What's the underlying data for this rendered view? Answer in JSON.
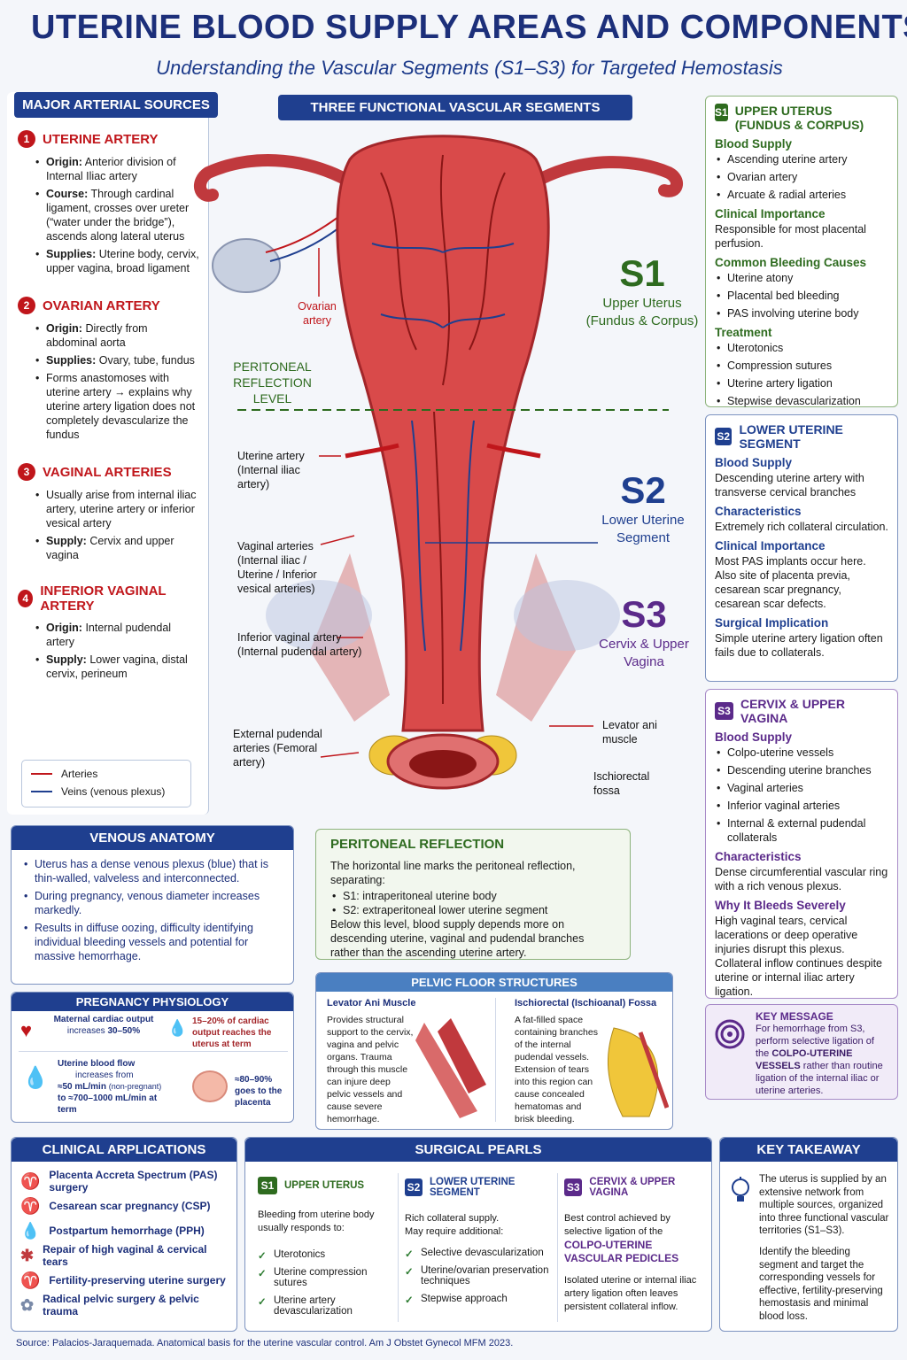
{
  "header": {
    "title": "UTERINE BLOOD SUPPLY AREAS AND COMPONENTS",
    "subtitle": "Understanding the Vascular Segments (S1–S3) for Targeted Hemostasis"
  },
  "sources": {
    "heading": "MAJOR ARTERIAL SOURCES",
    "items": [
      {
        "num": "1",
        "name": "UTERINE ARTERY",
        "b1k": "Origin:",
        "b1v": " Anterior division of Internal Iliac artery",
        "b2k": "Course:",
        "b2v": " Through cardinal ligament, crosses over ureter (“water under the bridge”), ascends along lateral uterus",
        "b3k": "Supplies:",
        "b3v": " Uterine body, cervix, upper vagina, broad ligament"
      },
      {
        "num": "2",
        "name": "OVARIAN ARTERY",
        "b1k": "Origin:",
        "b1v": " Directly from abdominal aorta",
        "b2k": "Supplies:",
        "b2v": " Ovary, tube, fundus",
        "b3": "Forms anastomoses with uterine artery → explains why uterine artery ligation does not completely devascularize the fundus"
      },
      {
        "num": "3",
        "name": "VAGINAL ARTERIES",
        "b1": "Usually arise from internal iliac artery, uterine artery or inferior vesical artery",
        "b2k": "Supply:",
        "b2v": " Cervix and upper vagina"
      },
      {
        "num": "4",
        "name": "INFERIOR VAGINAL ARTERY",
        "b1k": "Origin:",
        "b1v": " Internal pudendal artery",
        "b2k": "Supply:",
        "b2v": " Lower vagina, distal cervix, perineum"
      }
    ],
    "legend": {
      "arteries": "Arteries",
      "veins": "Veins (venous plexus)",
      "artery_color": "#c0161b",
      "vein_color": "#1f3f8f"
    }
  },
  "center": {
    "heading": "THREE FUNCTIONAL VASCULAR SEGMENTS",
    "labels": {
      "ovarian": "Ovarian artery",
      "peritoneal": "PERITONEAL REFLECTION LEVEL",
      "uterine": "Uterine artery (Internal iliac artery)",
      "vaginal": "Vaginal arteries (Internal iliac / Uterine / Inferior vesical arteries)",
      "inferior": "Inferior vaginal artery (Internal pudendal artery)",
      "external": "External pudendal arteries (Femoral artery)",
      "levator": "Levator ani muscle",
      "ischio": "Ischiorectal fossa"
    },
    "s1": {
      "code": "S1",
      "sub": "Upper Uterus (Fundus & Corpus)",
      "color": "#2e6b1f"
    },
    "s2": {
      "code": "S2",
      "sub": "Lower Uterine Segment",
      "color": "#1f3f8f"
    },
    "s3": {
      "code": "S3",
      "sub": "Cervix & Upper Vagina",
      "color": "#5b2a8a"
    }
  },
  "right": {
    "s1": {
      "badge": "S1",
      "title": "UPPER UTERUS (FUNDUS & CORPUS)",
      "h1": "Blood Supply",
      "l1": [
        "Ascending uterine artery",
        "Ovarian artery",
        "Arcuate & radial arteries"
      ],
      "h2": "Clinical Importance",
      "p2": "Responsible for most placental perfusion.",
      "h3": "Common Bleeding Causes",
      "l3": [
        "Uterine atony",
        "Placental bed bleeding",
        "PAS involving uterine body"
      ],
      "h4": "Treatment",
      "l4": [
        "Uterotonics",
        "Compression sutures",
        "Uterine artery ligation",
        "Stepwise devascularization"
      ]
    },
    "s2": {
      "badge": "S2",
      "title": "LOWER UTERINE SEGMENT",
      "h1": "Blood Supply",
      "p1": "Descending uterine artery with transverse cervical branches",
      "h2": "Characteristics",
      "p2": "Extremely rich collateral circulation.",
      "h3": "Clinical Importance",
      "p3": "Most PAS implants occur here. Also site of placenta previa, cesarean scar pregnancy, cesarean scar defects.",
      "h4": "Surgical Implication",
      "p4": "Simple uterine artery ligation often fails due to collaterals."
    },
    "s3": {
      "badge": "S3",
      "title": "CERVIX & UPPER VAGINA",
      "h1": "Blood Supply",
      "l1": [
        "Colpo-uterine vessels",
        "Descending uterine branches",
        "Vaginal arteries",
        "Inferior vaginal arteries",
        "Internal & external pudendal collaterals"
      ],
      "h2": "Characteristics",
      "p2": "Dense circumferential vascular ring with a rich venous plexus.",
      "h3": "Why It Bleeds Severely",
      "p3": "High vaginal tears, cervical lacerations or deep operative injuries disrupt this plexus. Collateral inflow continues despite uterine or internal iliac artery ligation."
    },
    "key": {
      "title": "KEY MESSAGE",
      "pre": "For hemorrhage from S3, perform selective ligation of the ",
      "bold": "COLPO-UTERINE VESSELS",
      "post": " rather than routine ligation of the internal iliac or uterine arteries."
    }
  },
  "venous": {
    "heading": "VENOUS ANATOMY",
    "items": [
      "Uterus has a dense venous plexus (blue) that is thin-walled, valveless and interconnected.",
      "During pregnancy, venous diameter increases markedly.",
      "Results in diffuse oozing, difficulty identifying individual bleeding vessels and potential for massive hemorrhage."
    ]
  },
  "peritoneal_box": {
    "heading": "PERITONEAL REFLECTION",
    "intro": "The horizontal line marks the peritoneal reflection, separating:",
    "l1": "S1:  intraperitoneal uterine body",
    "l2": "S2:  extraperitoneal lower uterine segment",
    "outro": "Below this level, blood supply depends more on descending uterine, vaginal and pudendal branches rather than the ascending uterine artery."
  },
  "physiology": {
    "heading": "PREGNANCY PHYSIOLOGY",
    "a1": "Maternal cardiac output",
    "a2": "increases",
    "a3": "30–50%",
    "b1": "15–20% of cardiac output reaches the uterus at term",
    "c1": "Uterine blood flow",
    "c2": "increases from",
    "c3": "≈50 mL/min",
    "c4": "(non-pregnant)",
    "c5": "to ≈700–1000 mL/min at term",
    "d1": "≈80–90% goes to the placenta"
  },
  "pelvic": {
    "heading": "PELVIC FLOOR STRUCTURES",
    "left_title": "Levator Ani Muscle",
    "left_text": "Provides structural support to the cervix, vagina and pelvic organs. Trauma through this muscle can injure deep pelvic vessels and cause severe hemorrhage.",
    "right_title": "Ischiorectal (Ischioanal) Fossa",
    "right_text": "A fat-filled space containing branches of the internal pudendal vessels. Extension of tears into this region can cause concealed hematomas and brisk bleeding."
  },
  "clinical": {
    "heading": "CLINICAL ARPLICATIONS",
    "items": [
      "Placenta Accreta Spectrum (PAS) surgery",
      "Cesarean scar pregnancy (CSP)",
      "Postpartum hemorrhage (PPH)",
      "Repair of high vaginal & cervical tears",
      "Fertility-preserving uterine surgery",
      "Radical pelvic surgery & pelvic trauma"
    ]
  },
  "pearls": {
    "heading": "SURGICAL PEARLS",
    "c1": {
      "badge": "S1",
      "title": "UPPER UTERUS",
      "intro": "Bleeding from uterine body usually responds to:",
      "items": [
        "Uterotonics",
        "Uterine compression sutures",
        "Uterine artery devascularization"
      ]
    },
    "c2": {
      "badge": "S2",
      "title": "LOWER UTERINE SEGMENT",
      "intro": "Rich collateral supply. May require additional:",
      "items": [
        "Selective devascularization",
        "Uterine/ovarian preservation techniques",
        "Stepwise approach"
      ]
    },
    "c3": {
      "badge": "S3",
      "title": "CERVIX & UPPER VAGINA",
      "intro": "Best control achieved by selective ligation of the",
      "bold": "COLPO-UTERINE VASCULAR PEDICLES",
      "outro": "Isolated uterine or internal iliac artery ligation often leaves persistent collateral inflow."
    }
  },
  "takeaway": {
    "heading": "KEY TAKEAWAY",
    "p1": "The uterus is supplied by an extensive network from multiple sources, organized into three functional vascular territories (S1–S3).",
    "p2": "Identify the bleeding segment and target the corresponding vessels for effective, fertility-preserving hemostasis and minimal blood loss."
  },
  "footer": {
    "source": "Source: Palacios-Jaraquemada. Anatomical basis for the uterine vascular control. Am J Obstet Gynecol MFM 2023."
  }
}
